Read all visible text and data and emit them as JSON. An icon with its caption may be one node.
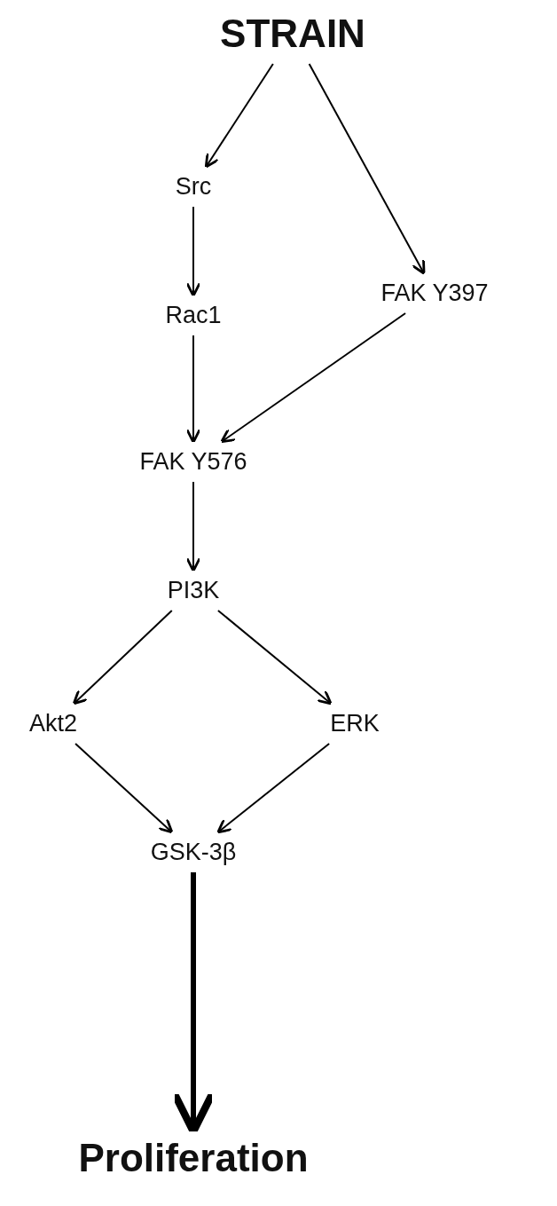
{
  "diagram": {
    "nodes": [
      {
        "text": [
          "STRAIN"
        ]
      },
      {
        "text": [
          "Src"
        ]
      },
      {
        "text": [
          "FAK Y397"
        ]
      },
      {
        "text": [
          "Rac1"
        ]
      },
      {
        "text": [
          "FAK Y576"
        ]
      },
      {
        "text": [
          "PI3K"
        ]
      },
      {
        "text": [
          "Akt2"
        ]
      },
      {
        "text": [
          "ERK"
        ]
      },
      {
        "text": [
          "GSK-3β"
        ]
      },
      {
        "text": [
          "Proliferation"
        ]
      }
    ],
    "edges": [
      {
        "from": 0,
        "to": 1,
        "arrow": "to"
      },
      {
        "from": 0,
        "to": 2,
        "arrow": "to"
      },
      {
        "from": 1,
        "to": 3,
        "arrow": "to"
      },
      {
        "from": 3,
        "to": 4,
        "arrow": "to"
      },
      {
        "from": 2,
        "to": 4,
        "arrow": "to"
      },
      {
        "from": 4,
        "to": 5,
        "arrow": "to"
      },
      {
        "from": 5,
        "to": 6,
        "arrow": "to"
      },
      {
        "from": 5,
        "to": 7,
        "arrow": "to"
      },
      {
        "from": 6,
        "to": 8,
        "arrow": "to"
      },
      {
        "from": 7,
        "to": 8,
        "arrow": "to"
      },
      {
        "from": 8,
        "to": 9,
        "arrow": "to",
        "style": "thick"
      }
    ]
  }
}
